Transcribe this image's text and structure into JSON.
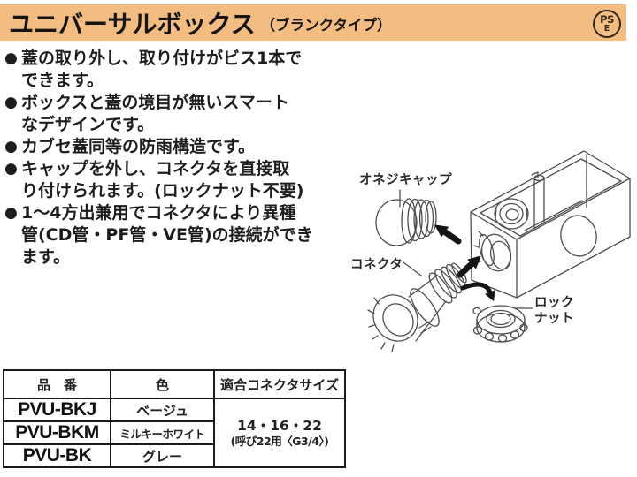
{
  "header": {
    "bar_color": "#F3BC80",
    "title": "ユニバーサルボックス",
    "subtitle": "（ブランクタイプ）",
    "pse": {
      "line1": "PS",
      "line2": "E"
    }
  },
  "features": [
    {
      "bullet": "●",
      "text": "蓋の取り外し、取り付けがビス1本で\nできます。"
    },
    {
      "bullet": "●",
      "text": "ボックスと蓋の境目が無いスマート\nなデザインです。"
    },
    {
      "bullet": "●",
      "text": "カブセ蓋同等の防雨構造です。"
    },
    {
      "bullet": "●",
      "text": "キャップを外し、コネクタを直接取\nり付けられます。(ロックナット不要)"
    },
    {
      "bullet": "●",
      "text": "1～4方出兼用でコネクタにより異種\n管(CD管・PF管・VE管)の接続ができ\nます。"
    }
  ],
  "diagram": {
    "cap_label": "オネジキャップ",
    "connector_label": "コネクタ",
    "locknut_label": "ロック\nナット"
  },
  "table": {
    "headers": [
      "品　番",
      "色",
      "適合コネクタサイズ"
    ],
    "rows": [
      {
        "part_no": "PVU-BKJ",
        "color": "ベージュ"
      },
      {
        "part_no": "PVU-BKM",
        "color": "ミルキーホワイト"
      },
      {
        "part_no": "PVU-BK",
        "color": "グレー"
      }
    ],
    "size_line1": "14・16・22",
    "size_line2": "(呼び22用〈G3/4〉)"
  }
}
